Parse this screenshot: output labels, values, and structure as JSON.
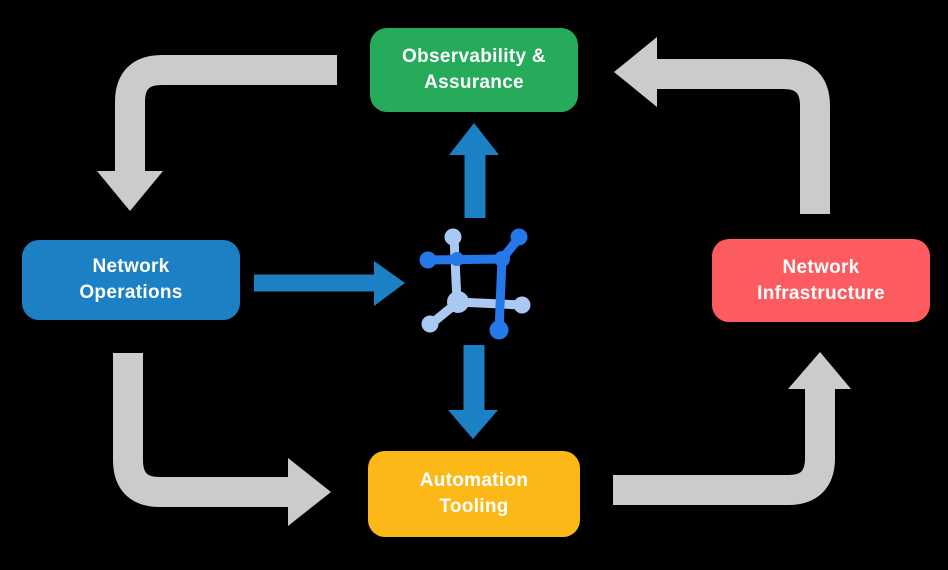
{
  "diagram": {
    "type": "cycle-flow-diagram",
    "background": "#000000",
    "text_color": "#FFFFFF",
    "nodes": [
      {
        "id": "observability-assurance",
        "label": "Observability & Assurance",
        "color": "#26AB5B",
        "position": "top"
      },
      {
        "id": "network-operations",
        "label": "Network Operations",
        "color": "#1C80C5",
        "position": "left"
      },
      {
        "id": "network-infrastructure",
        "label": "Network Infrastructure",
        "color": "#FC5B5F",
        "position": "right"
      },
      {
        "id": "automation-tooling",
        "label": "Automation Tooling",
        "color": "#FCB816",
        "position": "bottom"
      }
    ],
    "center_icon": {
      "name": "network-automation-icon",
      "dark_color": "#2478E9",
      "light_color": "#A9C8F2"
    },
    "arrows": {
      "gray_color": "#CBCBCB",
      "blue_color": "#1C80C5",
      "flows": [
        {
          "from": "Observability & Assurance",
          "to": "Network Operations",
          "style": "gray"
        },
        {
          "from": "Network Operations",
          "to": "Automation Tooling",
          "style": "gray"
        },
        {
          "from": "Automation Tooling",
          "to": "Network Infrastructure",
          "style": "gray"
        },
        {
          "from": "Network Infrastructure",
          "to": "Observability & Assurance",
          "style": "gray"
        },
        {
          "from": "Network Operations",
          "to": "center-icon",
          "style": "blue"
        },
        {
          "from": "center-icon",
          "to": "Observability & Assurance",
          "style": "blue"
        },
        {
          "from": "center-icon",
          "to": "Automation Tooling",
          "style": "blue"
        }
      ]
    }
  }
}
